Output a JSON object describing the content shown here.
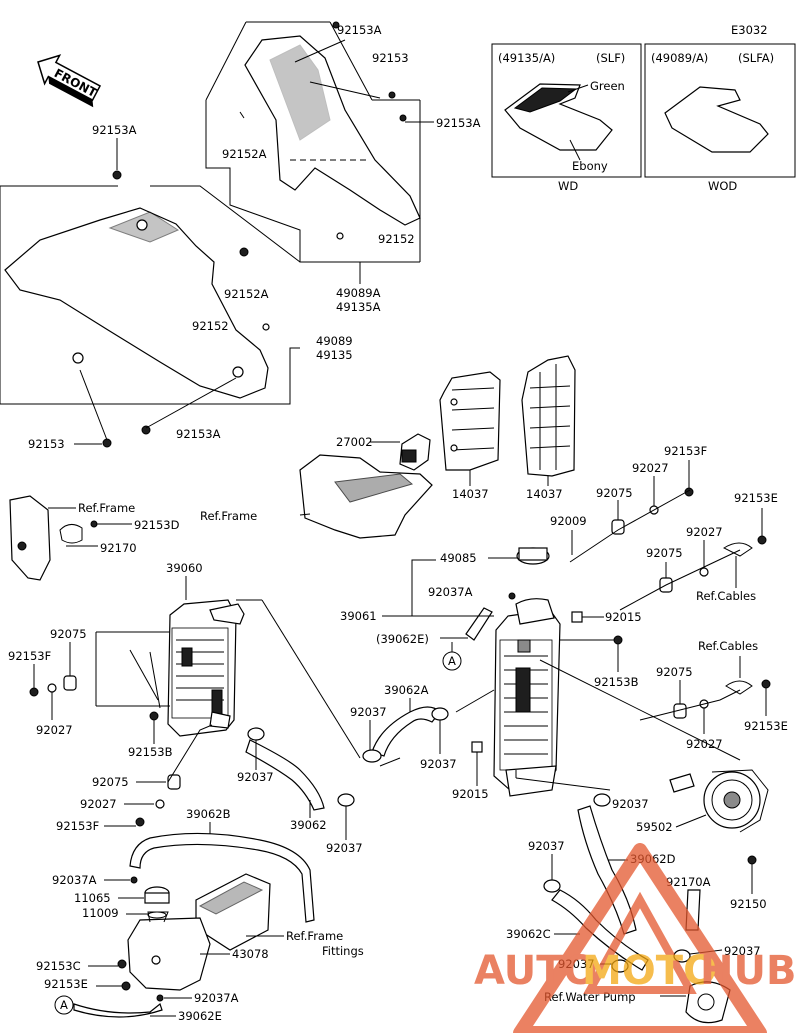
{
  "diagram_code": "E3032",
  "front_arrow": "FRONT",
  "variants": [
    {
      "code": "(49135/A)",
      "tag": "(SLF)",
      "color_a": "Green",
      "color_b": "Ebony",
      "caption": "WD"
    },
    {
      "code": "(49089/A)",
      "tag": "(SLFA)",
      "caption": "WOD"
    }
  ],
  "labels": {
    "p92153A_top": "92153A",
    "p92153_top": "92153",
    "p92153A_mid": "92153A",
    "p92152A_top": "92152A",
    "p92152_top": "92152",
    "p49089A": "49089A",
    "p49135A": "49135A",
    "p92153A_left": "92153A",
    "p92152A_left": "92152A",
    "p92152_left": "92152",
    "p49089": "49089",
    "p49135": "49135",
    "p92153_left": "92153",
    "p92153A_bot": "92153A",
    "p27002": "27002",
    "ref_frame_mid": "Ref.Frame",
    "p14037_a": "14037",
    "p14037_b": "14037",
    "ref_frame_left": "Ref.Frame",
    "p92153D": "92153D",
    "p92170": "92170",
    "p92153F_r": "92153F",
    "p92027_r1": "92027",
    "p92075_r1": "92075",
    "p92153E_r1": "92153E",
    "p92009": "92009",
    "p49085": "49085",
    "p92027_r2": "92027",
    "p92075_r2": "92075",
    "ref_cables_1": "Ref.Cables",
    "p39060": "39060",
    "p92037A_mid": "92037A",
    "p39061": "39061",
    "p92015_a": "92015",
    "p39062E_paren": "(39062E)",
    "p92153B_r": "92153B",
    "circle_A_mid": "A",
    "ref_cables_2": "Ref.Cables",
    "p92075_l": "92075",
    "p92153F_l": "92153F",
    "p92027_l": "92027",
    "p92153B_l": "92153B",
    "p39062A": "39062A",
    "p92037_a": "92037",
    "p92037_b": "92037",
    "p92075_r3": "92075",
    "p92153E_r2": "92153E",
    "p92027_r3": "92027",
    "p92015_b": "92015",
    "p92075_c": "92075",
    "p92037_c": "92037",
    "p92027_c": "92027",
    "p39062": "39062",
    "p92153F_c": "92153F",
    "p39062B": "39062B",
    "p92037_d": "92037",
    "p92037_e": "92037",
    "p59502": "59502",
    "p92037_f": "92037",
    "p39062D": "39062D",
    "p92037A_bot": "92037A",
    "p11065": "11065",
    "p11009": "11009",
    "p92170A": "92170A",
    "p92150": "92150",
    "ref_frame_fittings_1": "Ref.Frame",
    "ref_frame_fittings_2": "Fittings",
    "p39062C": "39062C",
    "p92037_g": "92037",
    "p92153C": "92153C",
    "p43078": "43078",
    "p92037_h": "92037",
    "p92153E_bot": "92153E",
    "p92037A_b2": "92037A",
    "circle_A_bot": "A",
    "p39062E": "39062E",
    "ref_water_pump": "Ref.Water Pump"
  },
  "watermark": {
    "part1": "AUTO",
    "part2": "MOTO",
    "part3": "HUB",
    "color_main": "#e4572e",
    "color_accent": "#f3a712"
  }
}
